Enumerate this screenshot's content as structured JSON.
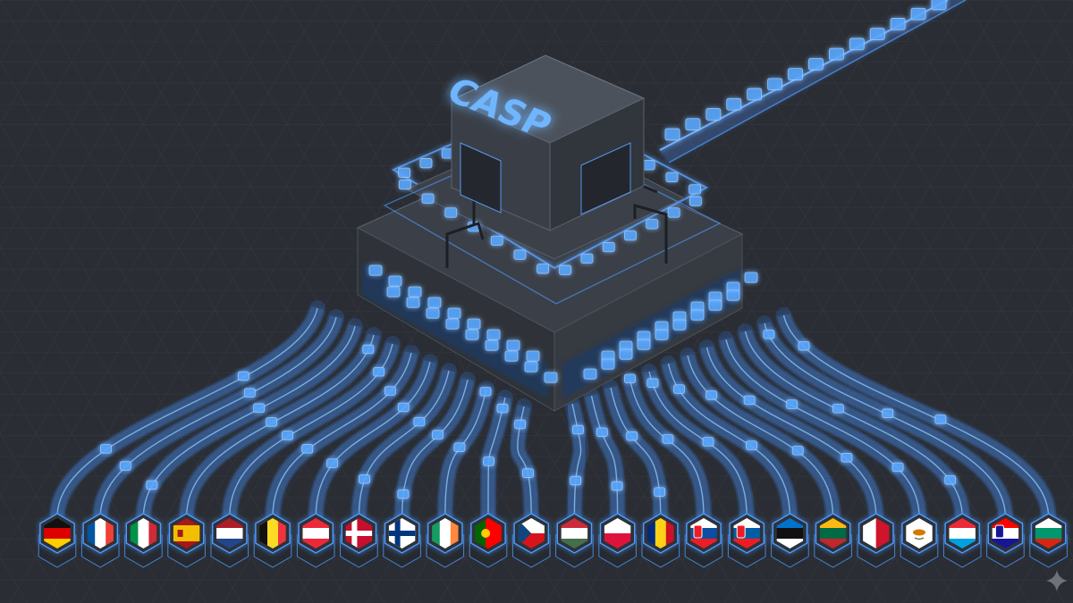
{
  "title": "CASP",
  "colors": {
    "background": "#2a2d33",
    "grid": "#353941",
    "neon": "#4d9bff",
    "neon_glow": "#7ab8ff",
    "building_dark": "#3a3e46",
    "building_mid": "#454a53",
    "building_light": "#50565f",
    "hex_base": "#2e3238"
  },
  "flags": [
    {
      "code": "de",
      "icon": "germany-flag-icon",
      "type": "h3",
      "colors": [
        "#111111",
        "#dd0000",
        "#ffce00"
      ]
    },
    {
      "code": "fr",
      "icon": "france-flag-icon",
      "type": "v3",
      "colors": [
        "#0055a4",
        "#ffffff",
        "#ef4135"
      ]
    },
    {
      "code": "it",
      "icon": "italy-flag-icon",
      "type": "v3",
      "colors": [
        "#009246",
        "#ffffff",
        "#ce2b37"
      ]
    },
    {
      "code": "es",
      "icon": "spain-flag-icon",
      "type": "h3w",
      "colors": [
        "#aa151b",
        "#f1bf00",
        "#aa151b"
      ]
    },
    {
      "code": "nl",
      "icon": "netherlands-flag-icon",
      "type": "h3",
      "colors": [
        "#ae1c28",
        "#ffffff",
        "#21468b"
      ]
    },
    {
      "code": "be",
      "icon": "belgium-flag-icon",
      "type": "v3",
      "colors": [
        "#111111",
        "#fdda24",
        "#ef3340"
      ]
    },
    {
      "code": "at",
      "icon": "austria-flag-icon",
      "type": "h3",
      "colors": [
        "#ed2939",
        "#ffffff",
        "#ed2939"
      ]
    },
    {
      "code": "dk",
      "icon": "denmark-flag-icon",
      "type": "cross",
      "colors": [
        "#c8102e",
        "#ffffff"
      ]
    },
    {
      "code": "fi",
      "icon": "finland-flag-icon",
      "type": "cross",
      "colors": [
        "#ffffff",
        "#003580"
      ]
    },
    {
      "code": "ie",
      "icon": "ireland-flag-icon",
      "type": "v3",
      "colors": [
        "#169b62",
        "#ffffff",
        "#ff883e"
      ]
    },
    {
      "code": "pt",
      "icon": "portugal-flag-icon",
      "type": "pt",
      "colors": [
        "#006600",
        "#ff0000",
        "#ffcc00"
      ]
    },
    {
      "code": "cz",
      "icon": "czechia-flag-icon",
      "type": "cz",
      "colors": [
        "#ffffff",
        "#d7141a",
        "#11457e"
      ]
    },
    {
      "code": "hu",
      "icon": "hungary-flag-icon",
      "type": "h3",
      "colors": [
        "#cd2a3e",
        "#ffffff",
        "#436f4d"
      ]
    },
    {
      "code": "pl",
      "icon": "poland-flag-icon",
      "type": "h2",
      "colors": [
        "#ffffff",
        "#dc143c"
      ]
    },
    {
      "code": "ro",
      "icon": "romania-flag-icon",
      "type": "v3",
      "colors": [
        "#002b7f",
        "#fcd116",
        "#ce1126"
      ]
    },
    {
      "code": "sk",
      "icon": "slovakia-flag-icon",
      "type": "h3e",
      "colors": [
        "#ffffff",
        "#0b4ea2",
        "#ee1c25"
      ]
    },
    {
      "code": "si",
      "icon": "slovenia-flag-icon",
      "type": "h3e",
      "colors": [
        "#ffffff",
        "#005da4",
        "#ed1c24"
      ]
    },
    {
      "code": "ee",
      "icon": "estonia-flag-icon",
      "type": "h3",
      "colors": [
        "#0072ce",
        "#111111",
        "#ffffff"
      ]
    },
    {
      "code": "lt",
      "icon": "lithuania-flag-icon",
      "type": "h3",
      "colors": [
        "#fdb913",
        "#006a44",
        "#c1272d"
      ]
    },
    {
      "code": "mt",
      "icon": "malta-flag-icon",
      "type": "v2",
      "colors": [
        "#ffffff",
        "#cf142b"
      ]
    },
    {
      "code": "cy",
      "icon": "cyprus-flag-icon",
      "type": "cy",
      "colors": [
        "#ffffff",
        "#d57800",
        "#4e5b31"
      ]
    },
    {
      "code": "lu",
      "icon": "luxembourg-flag-icon",
      "type": "h3",
      "colors": [
        "#ed2939",
        "#ffffff",
        "#00a1de"
      ]
    },
    {
      "code": "hr",
      "icon": "croatia-flag-icon",
      "type": "h3e",
      "colors": [
        "#ff0000",
        "#ffffff",
        "#171796"
      ]
    },
    {
      "code": "bg",
      "icon": "bulgaria-flag-icon",
      "type": "h3",
      "colors": [
        "#ffffff",
        "#00966e",
        "#d62612"
      ]
    }
  ]
}
